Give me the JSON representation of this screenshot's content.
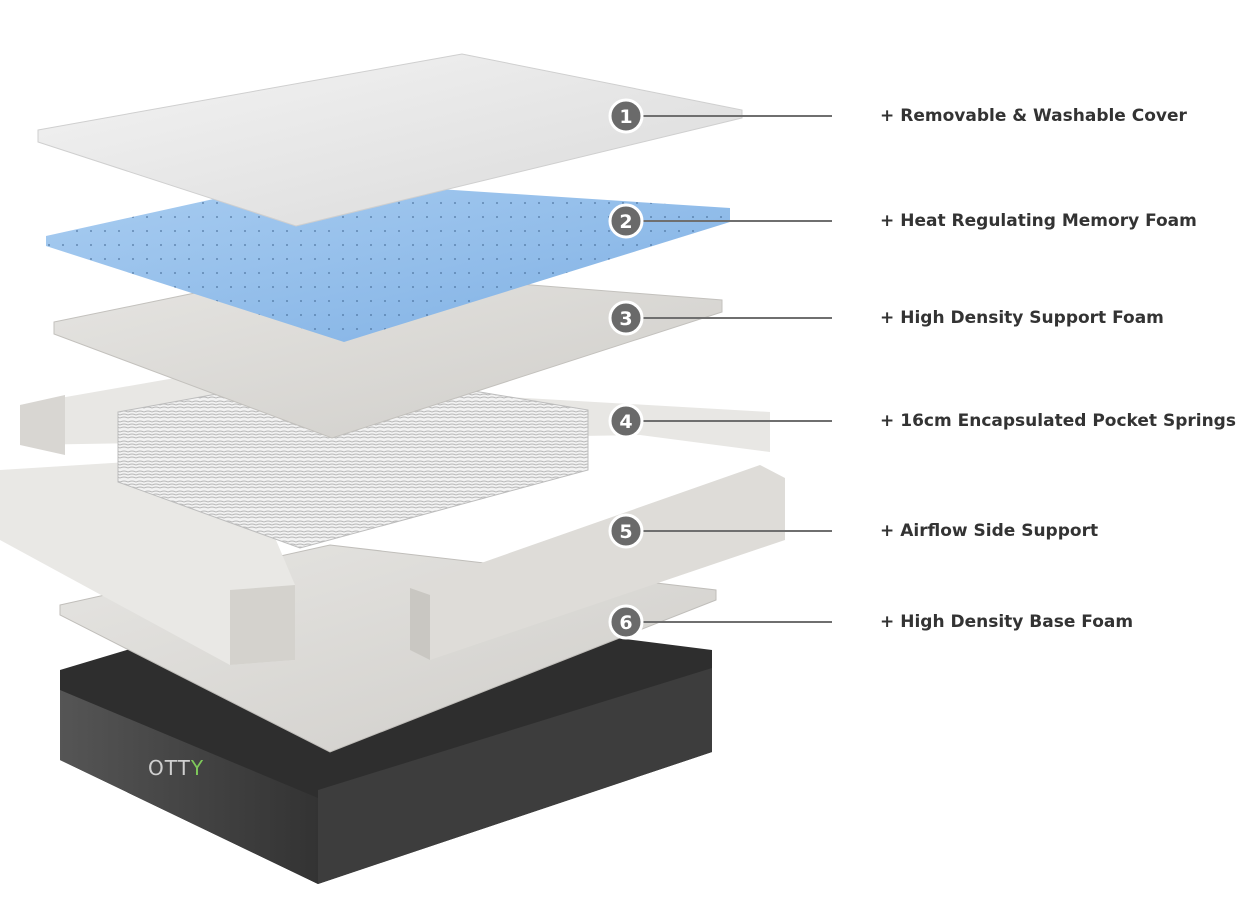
{
  "brand": {
    "logo_text": "OTTY",
    "accent_color": "#7ec85a"
  },
  "colors": {
    "badge": "#6a6a6a",
    "leader_line": "#6f6f6f",
    "label_text": "#333333",
    "memory_foam": "#8fb9e8",
    "base_cover": "#3a3a3a"
  },
  "layers": [
    {
      "number": "1",
      "label": "Removable & Washable Cover"
    },
    {
      "number": "2",
      "label": "Heat Regulating Memory Foam"
    },
    {
      "number": "3",
      "label": "High Density Support Foam"
    },
    {
      "number": "4",
      "label": "16cm Encapsulated Pocket Springs"
    },
    {
      "number": "5",
      "label": "Airflow Side Support"
    },
    {
      "number": "6",
      "label": "High Density Base Foam"
    }
  ]
}
